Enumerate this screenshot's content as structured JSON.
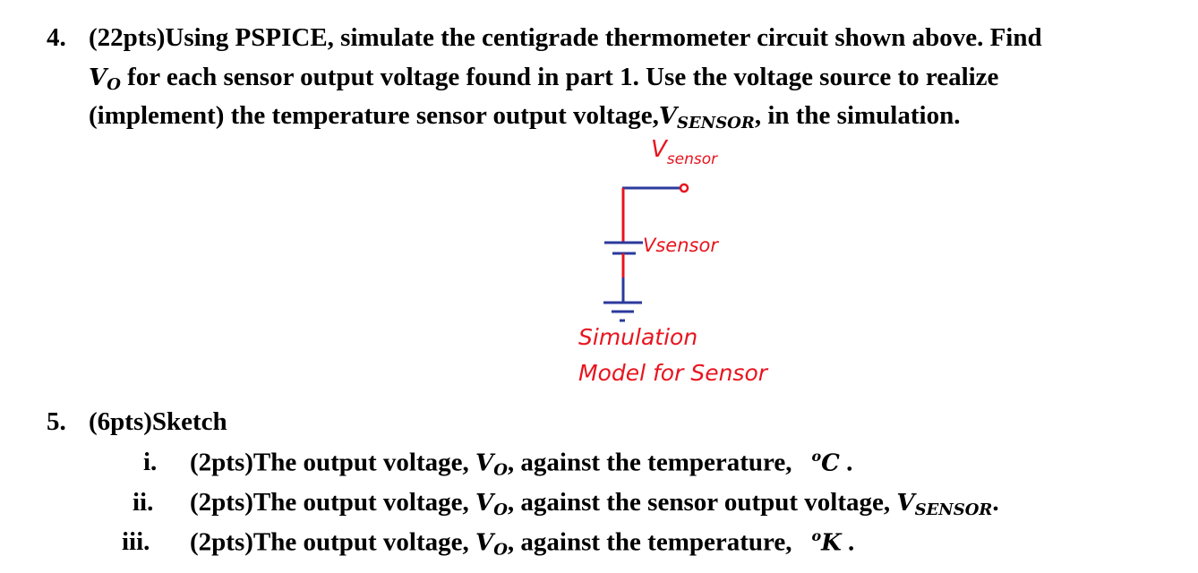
{
  "q4": {
    "number": "4.",
    "line1": "(22pts)Using PSPICE, simulate the centigrade thermometer circuit shown above. Find",
    "line2_var": "V",
    "line2_sub": "O",
    "line2_text": " for each sensor output voltage found in part 1. Use the voltage source to realize",
    "line3_pre": "(implement) the temperature sensor output voltage,",
    "line3_var": "V",
    "line3_sub": "SENSOR",
    "line3_post": ", in the simulation."
  },
  "diagram": {
    "node_label_main": "V",
    "node_label_sub": "sensor",
    "source_label": "Vsensor",
    "caption_line1": "Simulation",
    "caption_line2": "Model for Sensor",
    "colors": {
      "wire_blue": "#2b3a9c",
      "wire_red": "#e8141e"
    }
  },
  "q5": {
    "number": "5.",
    "title": "(6pts)Sketch",
    "items": [
      {
        "numeral": "i.",
        "text": "(2pts)The output voltage, ",
        "var": "V",
        "sub": "O",
        "text2": ", against the temperature,",
        "unit_sup": "o",
        "unit": "C",
        "end": " ."
      },
      {
        "numeral": "ii.",
        "text": "(2pts)The output voltage, ",
        "var": "V",
        "sub": "O",
        "text2": ", against the sensor output voltage, ",
        "var2": "V",
        "sub2": "SENSOR",
        "end": "."
      },
      {
        "numeral": "iii.",
        "text": "(2pts)The output voltage, ",
        "var": "V",
        "sub": "O",
        "text2": ", against the temperature,",
        "unit_sup": "o",
        "unit": "K",
        "end": " ."
      }
    ]
  }
}
